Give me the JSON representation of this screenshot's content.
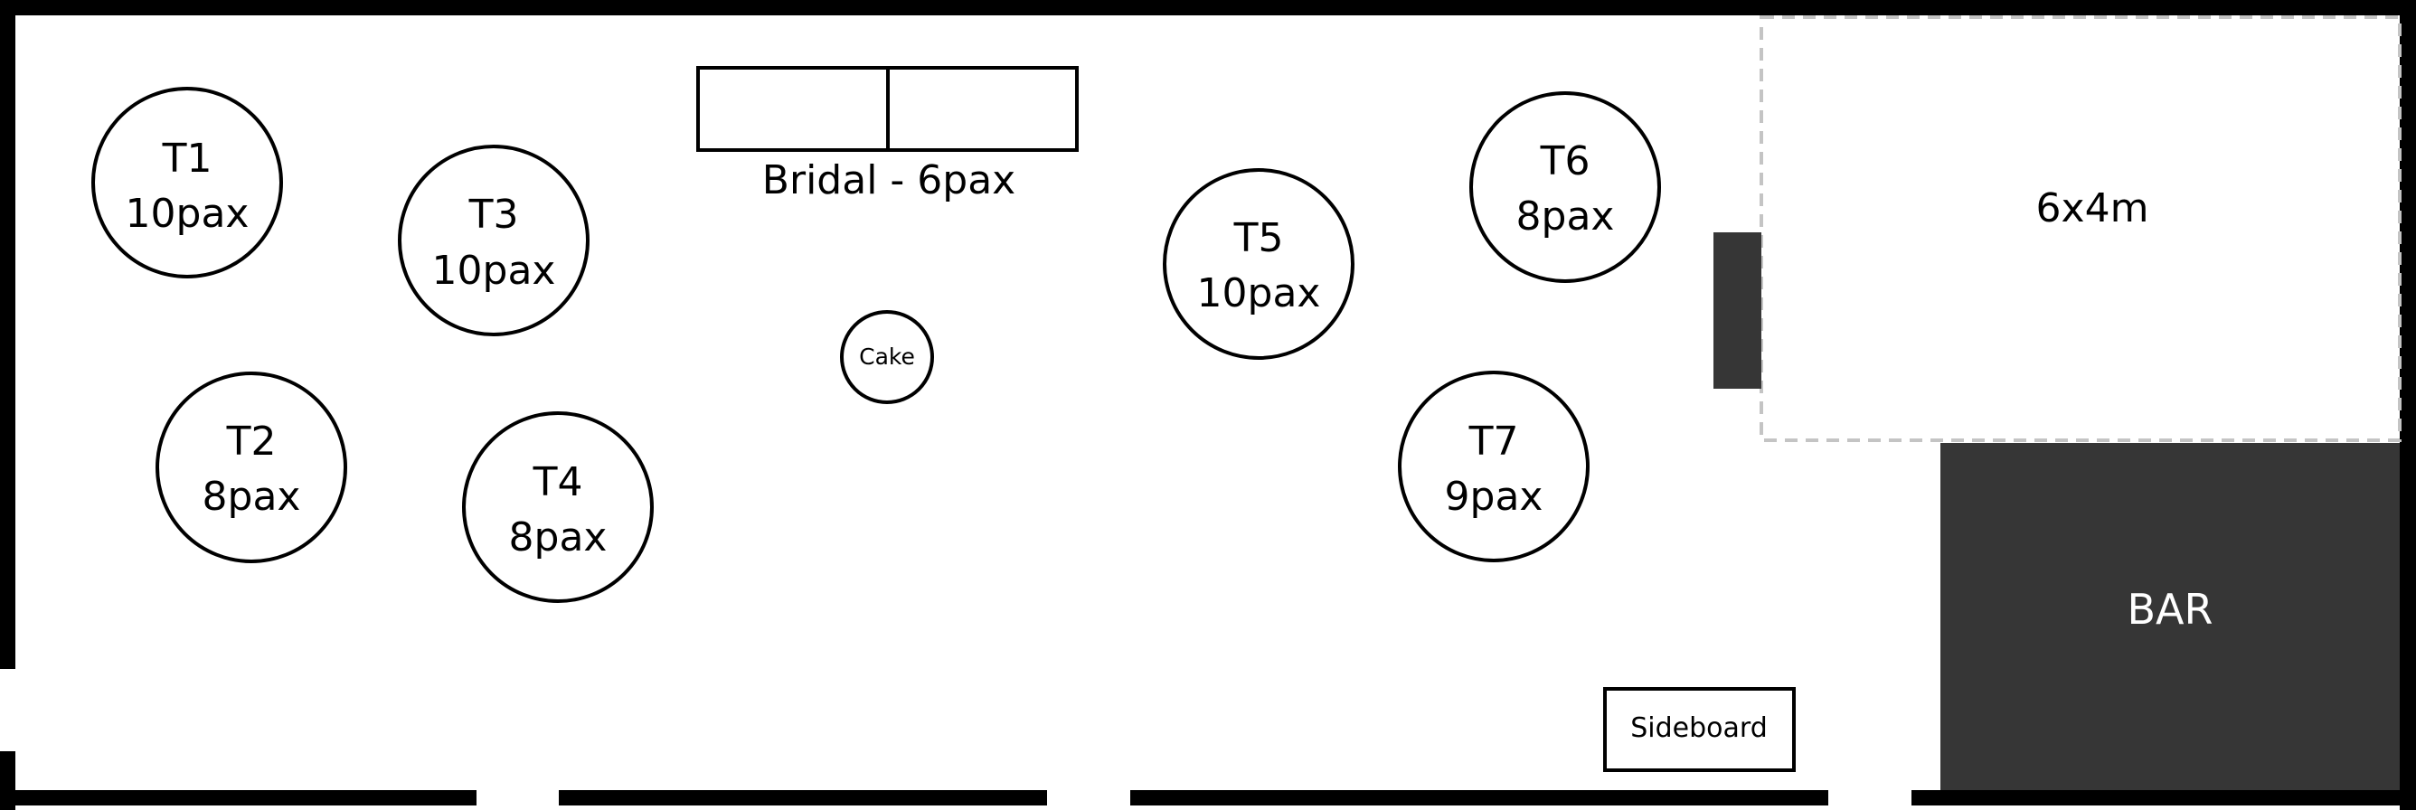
{
  "tables": [
    {
      "id": "t1",
      "name": "T1",
      "capacity": "10pax"
    },
    {
      "id": "t2",
      "name": "T2",
      "capacity": "8pax"
    },
    {
      "id": "t3",
      "name": "T3",
      "capacity": "10pax"
    },
    {
      "id": "t4",
      "name": "T4",
      "capacity": "8pax"
    },
    {
      "id": "t5",
      "name": "T5",
      "capacity": "10pax"
    },
    {
      "id": "t6",
      "name": "T6",
      "capacity": "8pax"
    },
    {
      "id": "t7",
      "name": "T7",
      "capacity": "9pax"
    }
  ],
  "bridal": {
    "label": "Bridal - 6pax"
  },
  "cake": {
    "label": "Cake"
  },
  "dance_floor": {
    "label": "6x4m"
  },
  "bar": {
    "label": "BAR"
  },
  "sideboard": {
    "label": "Sideboard"
  },
  "colors": {
    "wall": "#000000",
    "dark_fill": "#363636",
    "dashed_border": "#c4c4c4"
  }
}
